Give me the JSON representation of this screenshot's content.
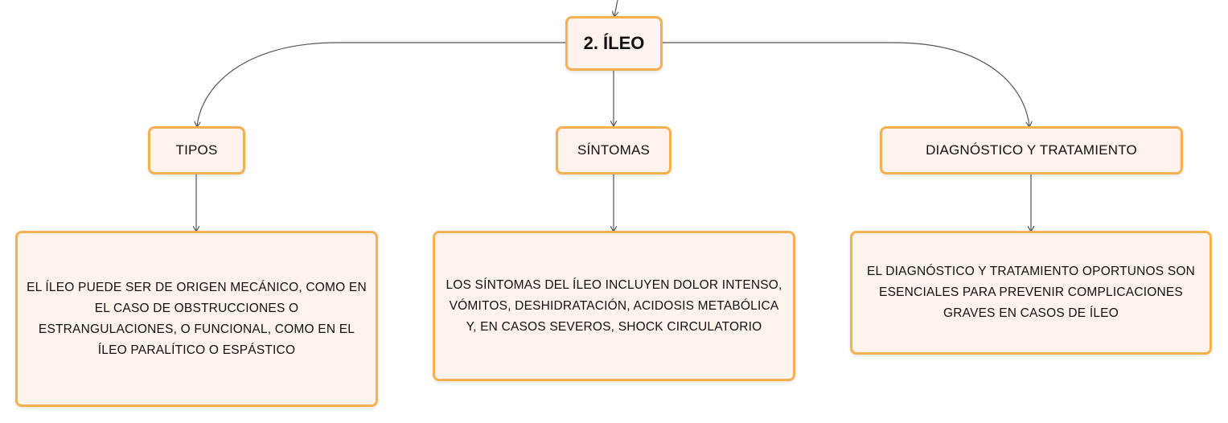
{
  "root": {
    "label": "2. ÍLEO"
  },
  "branches": [
    {
      "title": "TIPOS",
      "text": "EL ÍLEO PUEDE SER DE ORIGEN MECÁNICO, COMO EN EL CASO DE OBSTRUCCIONES O ESTRANGULACIONES, O FUNCIONAL, COMO EN EL ÍLEO PARALÍTICO O ESPÁSTICO"
    },
    {
      "title": "SÍNTOMAS",
      "text": "LOS SÍNTOMAS DEL ÍLEO INCLUYEN DOLOR INTENSO, VÓMITOS, DESHIDRATACIÓN, ACIDOSIS METABÓLICA Y, EN CASOS SEVEROS, SHOCK CIRCULATORIO"
    },
    {
      "title": "DIAGNÓSTICO Y TRATAMIENTO",
      "text": "EL DIAGNÓSTICO Y TRATAMIENTO OPORTUNOS SON ESENCIALES PARA PREVENIR COMPLICACIONES GRAVES EN CASOS DE ÍLEO"
    }
  ],
  "colors": {
    "node_border": "#f4b04f",
    "node_fill": "#fdf3ec",
    "connector": "#555555",
    "text": "#111111"
  }
}
